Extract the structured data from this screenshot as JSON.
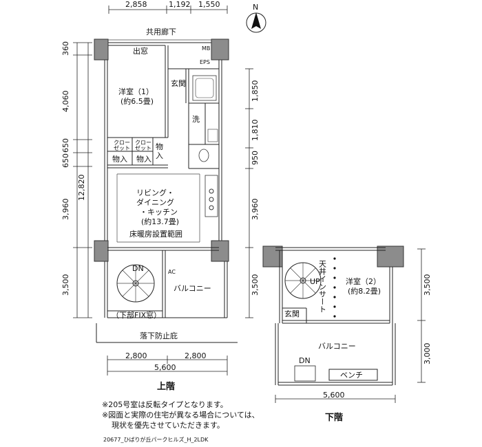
{
  "upper": {
    "top_dims": [
      "2,858",
      "1,192",
      "1,550"
    ],
    "corridor": "共用廊下",
    "left_dims": [
      "360",
      "4,060",
      "650",
      "650",
      "3,960",
      "3,500"
    ],
    "left_total": "12,820",
    "right_dims": [
      "1,850",
      "1,810",
      "950",
      "3,960",
      "3,500"
    ],
    "rooms": {
      "demado": "出窓",
      "mb": "MB",
      "eps": "EPS",
      "genkan": "玄関",
      "youshitsu1": "洋室（1）",
      "youshitsu1_size": "(約6.5畳)",
      "wash": "洗",
      "closet1": "クロー",
      "closet1b": "ゼット",
      "closet2": "クロー",
      "closet2b": "ゼット",
      "storage1": "物入",
      "storage2": "物入",
      "storage3": "物",
      "storage3b": "入",
      "ldk1": "リビング・",
      "ldk2": "ダイニング",
      "ldk3": "・キッチン",
      "ldk_size": "(約13.7畳)",
      "floor_heat": "床暖房設置範囲",
      "dn": "DN",
      "balcony": "バルコニー",
      "fix_window": "（下部FIX窓）",
      "fall_guard": "落下防止庇",
      "ac": "AC"
    },
    "bottom_dims": [
      "2,800",
      "2,800"
    ],
    "bottom_total": "5,600",
    "title": "上階"
  },
  "lower": {
    "right_dims": [
      "3,500",
      "3,000"
    ],
    "rooms": {
      "up": "UP",
      "ceiling_insert": "天井インサート",
      "youshitsu2": "洋室（2）",
      "youshitsu2_size": "(約8.2畳)",
      "genkan": "玄関",
      "balcony": "バルコニー",
      "dn": "DN",
      "bench": "ベンチ"
    },
    "bottom_total": "5,600",
    "title": "下階"
  },
  "compass": "N",
  "notes": [
    "※205号室は反転タイプとなります。",
    "※図面と実際の住宅が異なる場合については、",
    "現状を優先させていただきます。"
  ],
  "footer": "20677_ひばりが丘パークヒルズ_H_2LDK"
}
